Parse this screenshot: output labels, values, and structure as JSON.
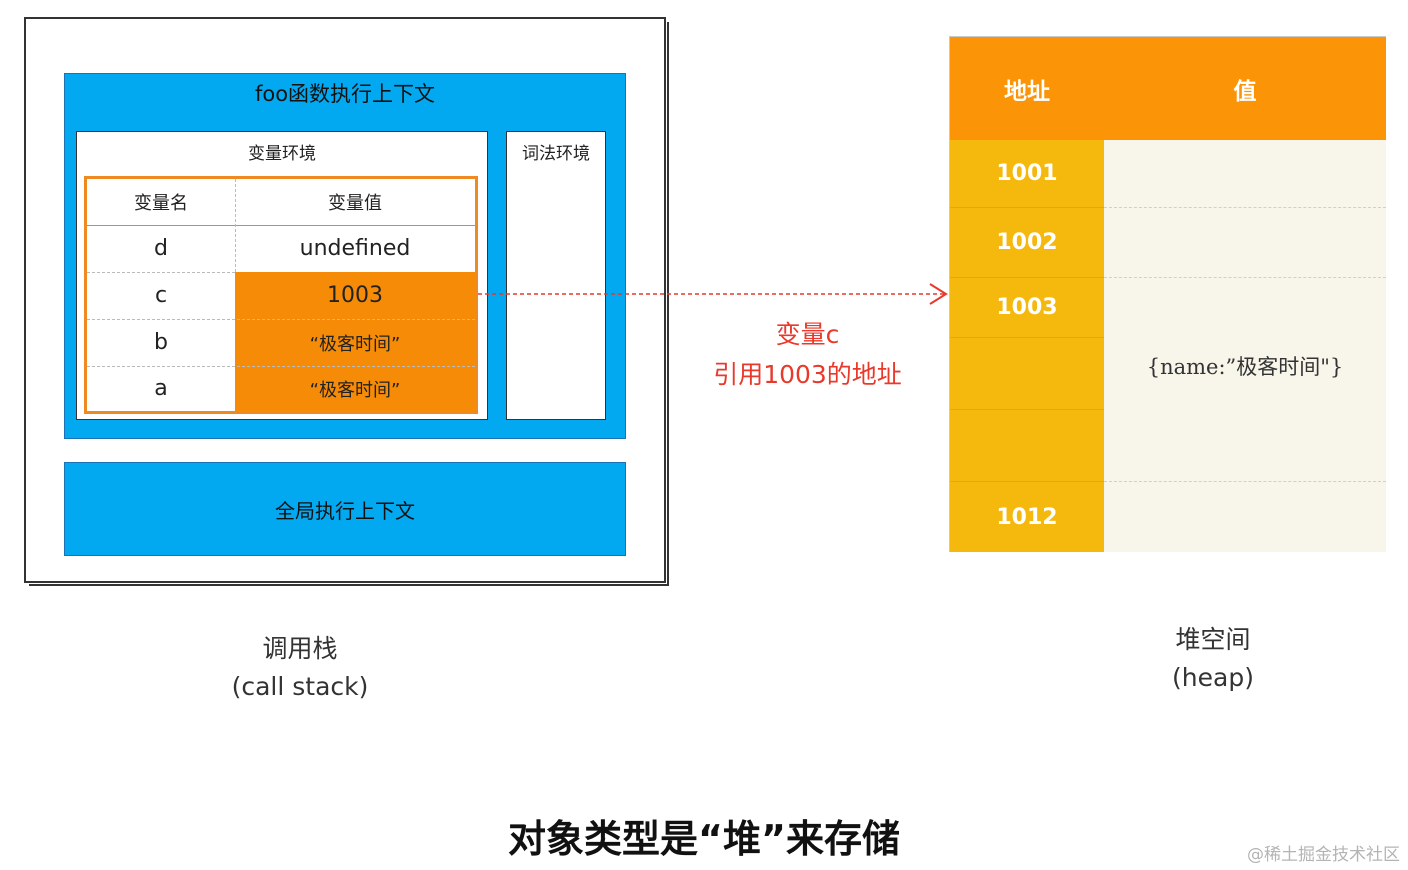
{
  "call_stack": {
    "foo_context": {
      "title": "foo函数执行上下文"
    },
    "variable_environment": {
      "title": "变量环境",
      "headers": [
        "变量名",
        "变量值"
      ],
      "rows": [
        {
          "name": "d",
          "value": "undefined"
        },
        {
          "name": "c",
          "value": "1003"
        },
        {
          "name": "b",
          "value": "“极客时间”"
        },
        {
          "name": "a",
          "value": "“极客时间”"
        }
      ]
    },
    "lexical_environment": {
      "title": "词法环境"
    },
    "global_context": {
      "title": "全局执行上下文"
    },
    "caption": {
      "line1": "调用栈",
      "line2": "(call stack)"
    }
  },
  "reference": {
    "line1": "变量c",
    "line2": "引用1003的地址",
    "color": "#e8392b"
  },
  "heap": {
    "headers": [
      "地址",
      "值"
    ],
    "addresses": [
      "1001",
      "1002",
      "1003",
      "",
      "",
      "1012"
    ],
    "value": "{name:”极客时间\"}",
    "caption": {
      "line1": "堆空间",
      "line2": "(heap)"
    }
  },
  "footer": {
    "title": "对象类型是“堆”来存储",
    "watermark": "@稀土掘金技术社区"
  },
  "colors": {
    "context_blue": "#03a9f0",
    "orange": "#f68b07",
    "header_orange": "#fb9507",
    "address_yellow": "#f5b80c",
    "value_bg": "#f8f6ea"
  }
}
